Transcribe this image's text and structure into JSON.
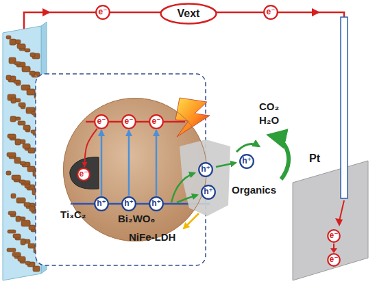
{
  "diagram": {
    "nodes": [
      {
        "text": [
          "Vext"
        ]
      },
      {
        "text": [
          "e⁻"
        ]
      },
      {
        "text": [
          "e⁻"
        ]
      },
      {
        "text": [
          "Bi₂WO₆"
        ]
      },
      {
        "text": [
          "e⁻"
        ],
        "in": 3
      },
      {
        "text": [
          "e⁻"
        ],
        "in": 3
      },
      {
        "text": [
          "e⁻"
        ],
        "in": 3
      },
      {
        "text": [
          "h⁺"
        ],
        "in": 3
      },
      {
        "text": [
          "h⁺"
        ],
        "in": 3
      },
      {
        "text": [
          "h⁺"
        ],
        "in": 3
      },
      {
        "text": [
          "Ti₃C₂"
        ],
        "in": 3
      },
      {
        "text": [
          "e⁻"
        ],
        "in": 10
      },
      {
        "text": [
          "h⁺"
        ]
      },
      {
        "text": [
          "h⁺"
        ]
      },
      {
        "text": [
          "h⁺"
        ]
      },
      {
        "text": [
          "Pt"
        ]
      },
      {
        "text": [
          "e⁻"
        ],
        "in": 15
      },
      {
        "text": [
          "e⁻"
        ],
        "in": 15
      }
    ],
    "edges": [
      {
        "from": 7,
        "to": 4,
        "arrow": "to"
      },
      {
        "from": 8,
        "to": 5,
        "arrow": "to"
      },
      {
        "from": 9,
        "to": 6,
        "arrow": "to"
      },
      {
        "from": 4,
        "to": 11,
        "arrow": "to"
      }
    ],
    "labels": [
      "CO₂",
      "H₂O",
      "Organics",
      "NiFe-LDH"
    ]
  }
}
